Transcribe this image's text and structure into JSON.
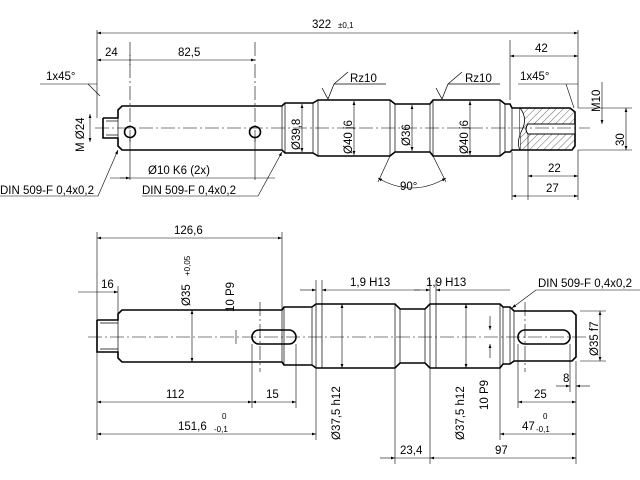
{
  "top_view": {
    "dims": {
      "overall_length": "322",
      "overall_tol": "±0,1",
      "hole1_pos": "24",
      "hole_spacing": "82,5",
      "chamfer_left": "1x45°",
      "chamfer_right": "1x45°",
      "thread": "M",
      "thread_dia": "Ø24",
      "bearing_a": "Ø39,8",
      "bearing_b": "Ø40 j6",
      "middle": "Ø36",
      "bearing_c": "Ø40 j6",
      "rough_1": "Rz10",
      "rough_2": "Rz10",
      "hole_spec": "Ø10 K6 (2x)",
      "groove_spec_1": "DIN 509-F 0,4x0,2",
      "groove_spec_2": "DIN 509-F 0,4x0,2",
      "angle": "90°",
      "right_len": "42",
      "thread_m": "M10",
      "flat_width": "30",
      "slot_len_1": "22",
      "slot_len_2": "27"
    }
  },
  "bottom_view": {
    "dims": {
      "len_126": "126,6",
      "left_step": "16",
      "dia_35": "Ø35",
      "dia_35_tol": "+0,05",
      "key_width": "10 P9",
      "groove_1": "1,9 H13",
      "groove_2": "1,9 H13",
      "din_spec": "DIN 509-F 0,4x0,2",
      "dia_35f7": "Ø35 f7",
      "len_112": "112",
      "len_15": "15",
      "dia_375_1": "Ø37,5 h12",
      "dia_375_2": "Ø37,5 h12",
      "key_width_2": "10 P9",
      "len_25": "25",
      "len_8": "8",
      "len_151": "151,6",
      "tol_151_up": "0",
      "tol_151_down": "-0,1",
      "len_47": "47",
      "tol_47_up": "0",
      "tol_47_down": "-0,1",
      "len_234": "23,4",
      "len_97": "97"
    }
  }
}
